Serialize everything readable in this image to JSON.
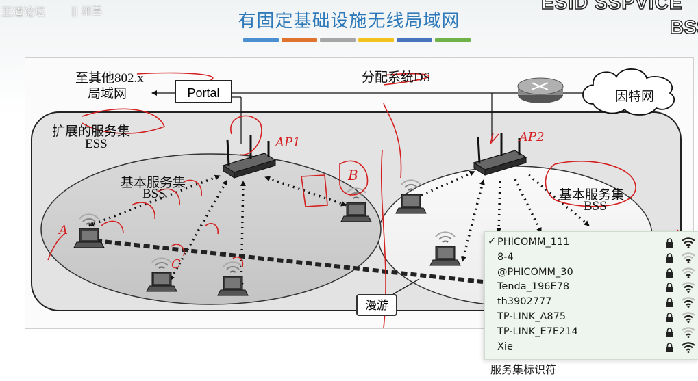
{
  "watermark": {
    "site": "王道论坛",
    "extra": "|| 维基"
  },
  "corner": {
    "line1": "ESID SSPVICE",
    "line2": "BSS"
  },
  "title": "有固定基础设施无线局域网",
  "color_bar": [
    "#4a8fd0",
    "#e0732e",
    "#a6a6a6",
    "#f4c21f",
    "#4a73bd",
    "#6fb24a"
  ],
  "diagram": {
    "other_lan_line1": "至其他802.x",
    "other_lan_line2": "局域网",
    "portal": "Portal",
    "ds": "分配系统DS",
    "internet": "因特网",
    "ess_line1": "扩展的服务集",
    "ess_line2": "ESS",
    "bss_left_line1": "基本服务集",
    "bss_left_line2": "BSS",
    "bss_right_line1": "基本服务集",
    "bss_right_line2": "BSS",
    "roaming": "漫游"
  },
  "annotations": {
    "ap1": "AP1",
    "ap2": "AP2",
    "a": "A",
    "b": "B",
    "c": "C"
  },
  "wifi_list": {
    "networks": [
      {
        "name": "PHICOMM_111",
        "connected": true,
        "strength": 3
      },
      {
        "name": "8-4",
        "connected": false,
        "strength": 1
      },
      {
        "name": "@PHICOMM_30",
        "connected": false,
        "strength": 1
      },
      {
        "name": "Tenda_196E78",
        "connected": false,
        "strength": 2
      },
      {
        "name": "th3902777",
        "connected": false,
        "strength": 2
      },
      {
        "name": "TP-LINK_A875",
        "connected": false,
        "strength": 2
      },
      {
        "name": "TP-LINK_E7E214",
        "connected": false,
        "strength": 1
      },
      {
        "name": "Xie",
        "connected": false,
        "strength": 3
      }
    ]
  },
  "caption": "服务集标识符",
  "colors": {
    "accent": "#2d79b9",
    "annotation": "#d42020"
  }
}
